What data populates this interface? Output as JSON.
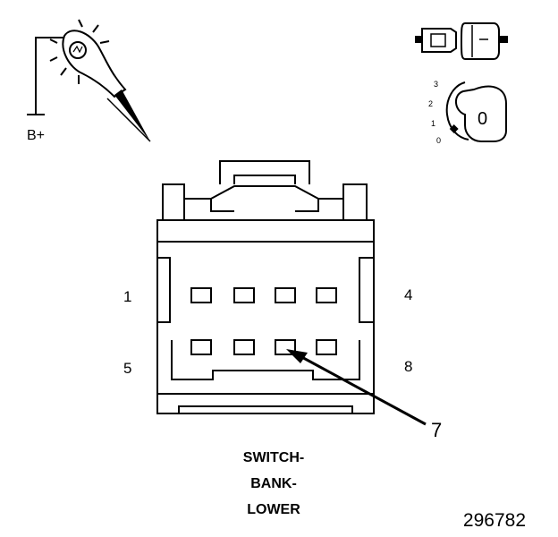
{
  "probe": {
    "label": "B+"
  },
  "ignition": {
    "positions": [
      "3",
      "2",
      "1",
      "0"
    ],
    "key_label": "0"
  },
  "connector": {
    "pin_labels": {
      "top_left": "1",
      "top_right": "4",
      "bottom_left": "5",
      "bottom_right": "8"
    },
    "callout_label": "7",
    "title_lines": [
      "SWITCH-",
      "BANK-",
      "LOWER"
    ]
  },
  "figure_id": "296782"
}
